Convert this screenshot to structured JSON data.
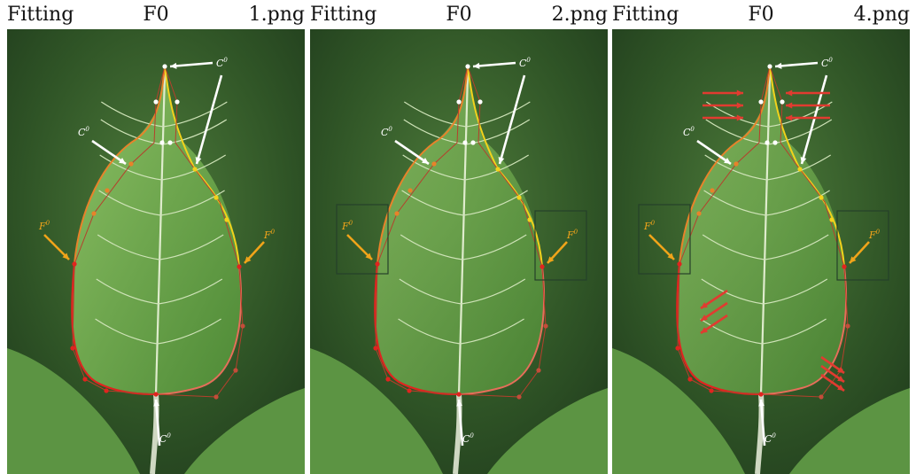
{
  "panels": [
    {
      "caption_left": "Fitting",
      "caption_mid": "F0",
      "caption_right": "1.png"
    },
    {
      "caption_left": "Fitting",
      "caption_mid": "F0",
      "caption_right": "2.png"
    },
    {
      "caption_left": "Fitting",
      "caption_mid": "F0",
      "caption_right": "4.png"
    }
  ],
  "annotations": {
    "c0": "C",
    "c0_sup": "0",
    "f0": "F",
    "f0_sup": "0"
  },
  "colors": {
    "background_dark": "#1f3a1c",
    "leaf": "#6fa24e",
    "curve_red": "#e0241f",
    "curve_orange": "#e8822a",
    "curve_yellow": "#f2d21b",
    "arrow_white": "#ffffff",
    "arrow_orange": "#f0a41a"
  }
}
